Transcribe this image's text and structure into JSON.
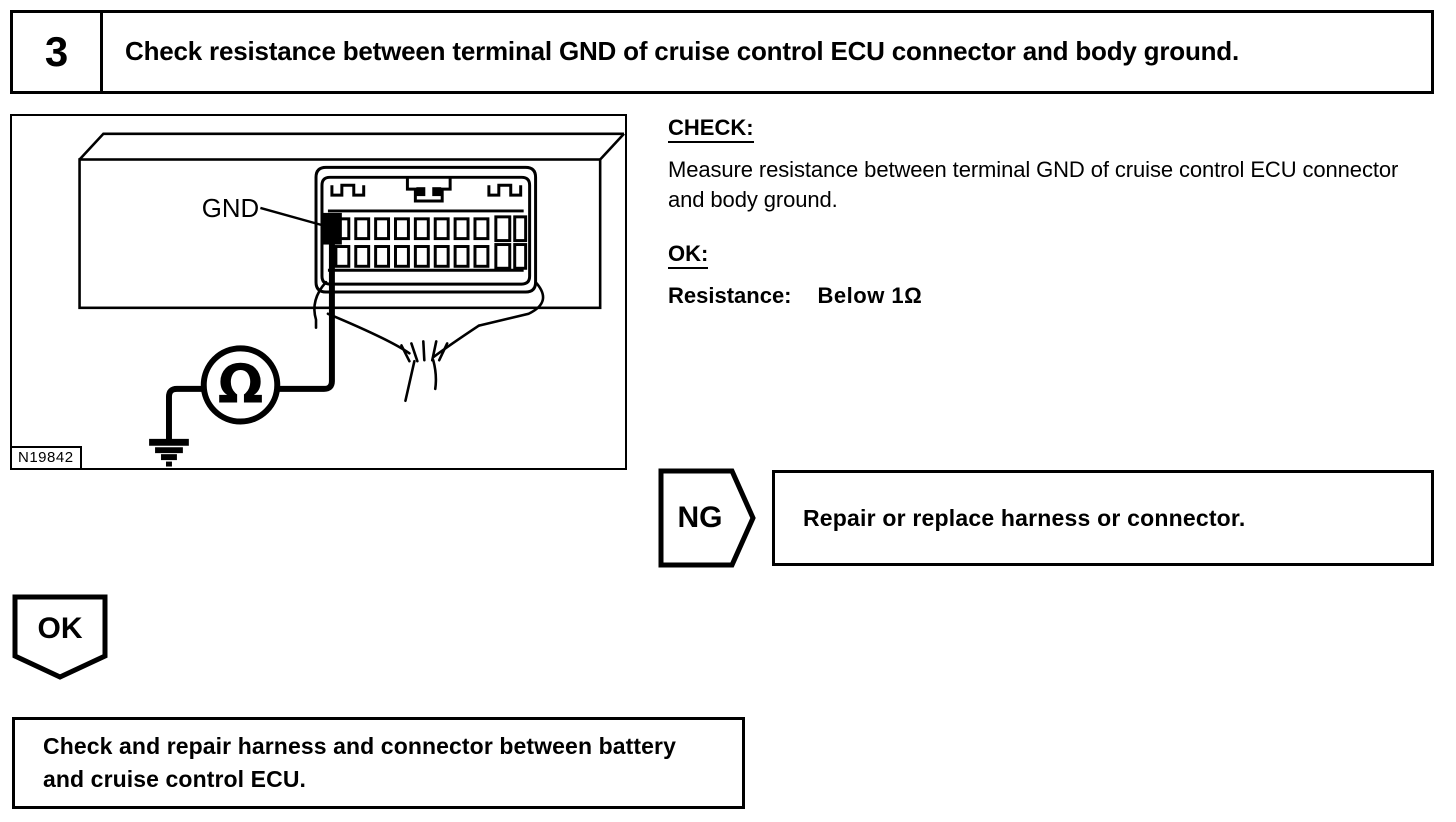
{
  "step": {
    "number": "3",
    "title": "Check resistance between terminal GND of cruise control ECU connector and body ground."
  },
  "figure": {
    "id": "N19842",
    "callout_label": "GND",
    "meter_symbol": "Ω",
    "alt": "Cruise control ECU connector with GND terminal highlighted, ohmmeter connected between GND terminal and body ground"
  },
  "check": {
    "check_heading": "CHECK:",
    "check_text": "Measure resistance between terminal GND of cruise control ECU connector and body ground.",
    "ok_heading": "OK:",
    "spec_key": "Resistance:",
    "spec_value": "Below 1Ω"
  },
  "ng_branch": {
    "tag": "NG",
    "action": "Repair or replace harness or connector."
  },
  "ok_branch": {
    "tag": "OK",
    "action": "Check and repair harness and connector between battery and cruise control ECU."
  },
  "colors": {
    "ink": "#000000",
    "paper": "#ffffff"
  }
}
